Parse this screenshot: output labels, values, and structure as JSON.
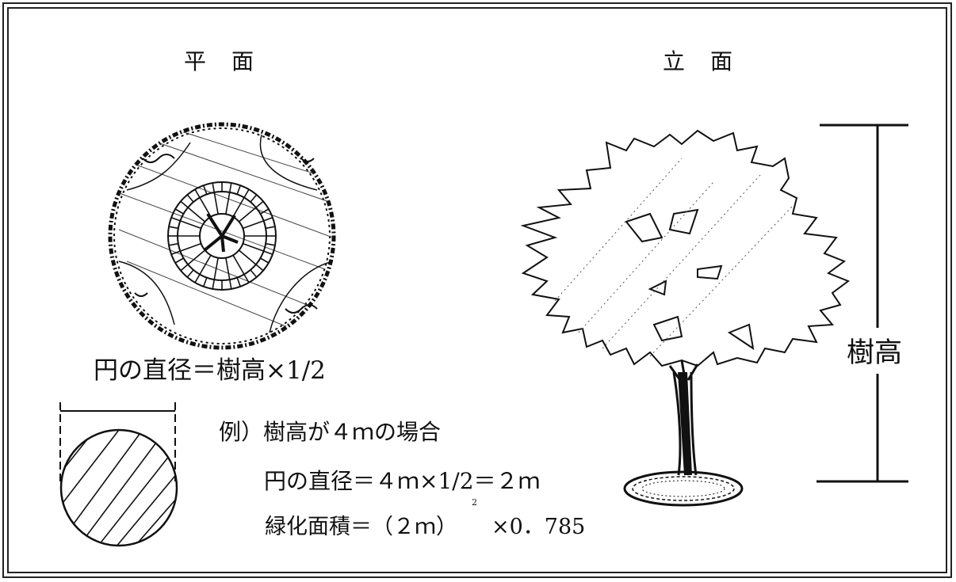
{
  "titles": {
    "plan": "平　面",
    "elevation": "立　面"
  },
  "plan_caption": "円の直径＝樹高×1/2",
  "example": {
    "heading": "例）樹高が４ｍの場合",
    "diameter": "円の直径＝４ｍ×1/2＝２ｍ",
    "area_prefix": "緑化面積＝（２ｍ）",
    "area_exponent": "2",
    "area_suffix": "×0．785"
  },
  "height_label": "樹高",
  "icons": {
    "plan_tree": "tree-crown-plan-drawing",
    "section_circle": "hatched-circle-area",
    "elevation_tree": "tree-elevation-drawing",
    "height_bracket": "dimension-bracket"
  }
}
